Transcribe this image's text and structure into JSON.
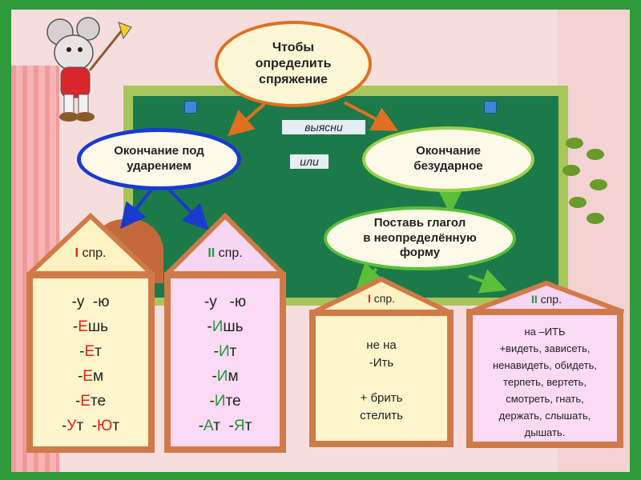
{
  "top_oval": "Чтобы\nопределить\nспряжение",
  "connector_1": "выясни",
  "connector_2": "или",
  "left_oval": "Окончание под\nударением",
  "right_oval": "Окончание\nбезударное",
  "mid_oval": "Поставь глагол\nв неопределённую\nформу",
  "house1": {
    "num": "I",
    "label": "спр.",
    "rows": [
      [
        {
          "t": "-у  -ю",
          "c": ""
        }
      ],
      [
        {
          "t": "-",
          "c": ""
        },
        {
          "t": "Е",
          "c": "r"
        },
        {
          "t": "шь",
          "c": ""
        }
      ],
      [
        {
          "t": "-",
          "c": ""
        },
        {
          "t": "Е",
          "c": "r"
        },
        {
          "t": "т",
          "c": ""
        }
      ],
      [
        {
          "t": "-",
          "c": ""
        },
        {
          "t": "Е",
          "c": "r"
        },
        {
          "t": "м",
          "c": ""
        }
      ],
      [
        {
          "t": "-",
          "c": ""
        },
        {
          "t": "Е",
          "c": "r"
        },
        {
          "t": "те",
          "c": ""
        }
      ],
      [
        {
          "t": "-",
          "c": ""
        },
        {
          "t": "У",
          "c": "r"
        },
        {
          "t": "т  -",
          "c": ""
        },
        {
          "t": "Ю",
          "c": "r"
        },
        {
          "t": "т",
          "c": ""
        }
      ]
    ]
  },
  "house2": {
    "num": "II",
    "label": "спр.",
    "rows": [
      [
        {
          "t": "-у   -ю",
          "c": ""
        }
      ],
      [
        {
          "t": "-",
          "c": ""
        },
        {
          "t": "И",
          "c": "g"
        },
        {
          "t": "шь",
          "c": ""
        }
      ],
      [
        {
          "t": "-",
          "c": ""
        },
        {
          "t": "И",
          "c": "g"
        },
        {
          "t": "т",
          "c": ""
        }
      ],
      [
        {
          "t": "-",
          "c": ""
        },
        {
          "t": "И",
          "c": "g"
        },
        {
          "t": "м",
          "c": ""
        }
      ],
      [
        {
          "t": "-",
          "c": ""
        },
        {
          "t": "И",
          "c": "g"
        },
        {
          "t": "те",
          "c": ""
        }
      ],
      [
        {
          "t": "-",
          "c": ""
        },
        {
          "t": "А",
          "c": "g"
        },
        {
          "t": "т  -",
          "c": ""
        },
        {
          "t": "Я",
          "c": "g"
        },
        {
          "t": "т",
          "c": ""
        }
      ]
    ]
  },
  "house3": {
    "num": "I",
    "label": "спр.",
    "body": "не на\n-Ить\n\n+ брить\nстелить"
  },
  "house4": {
    "num": "II",
    "label": "спр.",
    "body": "на –ИТЬ\n+видеть, зависеть,\nненавидеть, обидеть,\nтерпеть, вертеть,\nсмотреть, гнать,\nдержать, слышать,\nдышать."
  },
  "colors": {
    "frame": "#2e9a3a",
    "board": "#1c7a4a",
    "top_border": "#e0701f",
    "left_border": "#1a3ad0",
    "right_border": "#9ad24a",
    "house_border": "#d07a4a",
    "house1_roof": "#fdf3c2",
    "house2_roof": "#f6d6f2",
    "house3_roof": "#fdf3c2",
    "house4_roof": "#f6d6f2",
    "red_letter": "#e0201a",
    "green_letter": "#1f9a3a"
  },
  "icons": [
    "mouse-mascot-icon",
    "plant-icon",
    "flag-icon"
  ]
}
